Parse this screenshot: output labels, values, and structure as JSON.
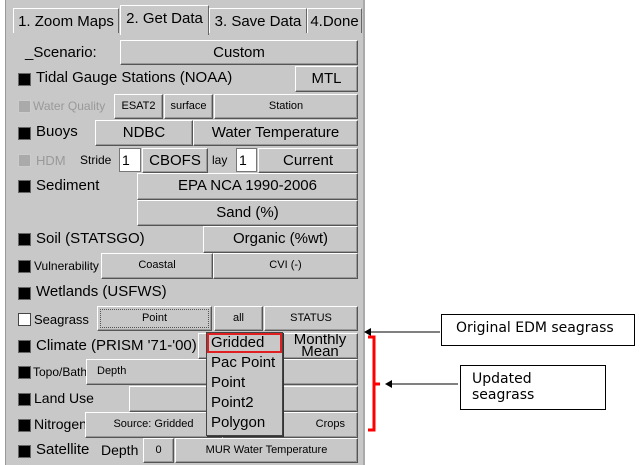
{
  "tabs": [
    {
      "label": "1. Zoom Maps"
    },
    {
      "label": "2. Get Data"
    },
    {
      "label": "3. Save Data"
    },
    {
      "label": "4.Done"
    }
  ],
  "scenario": {
    "label": "_Scenario:",
    "value": "Custom"
  },
  "tidal": {
    "label": "Tidal Gauge Stations (NOAA)",
    "button": "MTL"
  },
  "water_quality": {
    "label": "Water Quality",
    "b1": "ESAT2",
    "b2": "surface",
    "b3": "Station"
  },
  "buoys": {
    "label": "Buoys",
    "b1": "NDBC",
    "b2": "Water Temperature"
  },
  "hdm": {
    "label": "HDM",
    "stride_label": "Stride",
    "stride": "1",
    "model": "CBOFS",
    "lay_label": "lay",
    "lay": "1",
    "time": "Current"
  },
  "sediment": {
    "label": "Sediment",
    "source": "EPA NCA 1990-2006",
    "variable": "Sand (%)"
  },
  "soil": {
    "label": "Soil (STATSGO)",
    "variable": "Organic (%wt)"
  },
  "vulnerability": {
    "label": "Vulnerability",
    "b1": "Coastal",
    "b2": "CVI (-)"
  },
  "wetlands": {
    "label": "Wetlands (USFWS)"
  },
  "seagrass": {
    "label": "Seagrass",
    "type": "Point",
    "b2": "all",
    "b3": "STATUS"
  },
  "climate": {
    "label": "Climate (PRISM '71-'00)",
    "b2": "Monthly Mean"
  },
  "topo": {
    "label": "Topo/Bath",
    "button": "Depth"
  },
  "landuse": {
    "label": "Land Use"
  },
  "nitrogen": {
    "label": "Nitrogen",
    "b1": "Source: Gridded",
    "b2": "Crops"
  },
  "satellite": {
    "label": "Satellite",
    "depth_label": "Depth",
    "depth": "0",
    "product": "MUR Water Temperature"
  },
  "dropdown": {
    "items": [
      "Gridded",
      "Pac Point",
      "Point",
      "Point2",
      "Polygon"
    ]
  },
  "annotations": {
    "original": "Original EDM seagrass",
    "updated": "Updated seagrass"
  }
}
